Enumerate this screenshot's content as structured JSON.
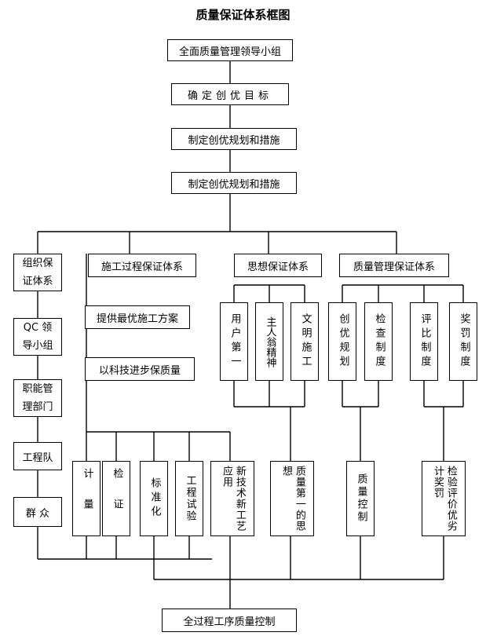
{
  "title": "质量保证体系框图",
  "top": [
    "全面质量管理领导小组",
    "确定创优目标",
    "制定创优规划和措施",
    "制定创优规划和措施"
  ],
  "left_column": [
    "组织保证体系",
    "QC 领导小组",
    "职能管理部门",
    "工程队",
    "群 众"
  ],
  "construction": {
    "header": "施工过程保证体系",
    "items": [
      "提供最优施工方案",
      "以科技进步保质量"
    ]
  },
  "ideology": {
    "header": "思想保证体系",
    "items": [
      "用户第一",
      "主人翁精神",
      "文明施工"
    ]
  },
  "quality_mgmt": {
    "header": "质量管理保证体系",
    "items": [
      "创优规划",
      "检查制度",
      "评比制度",
      "奖罚制度"
    ]
  },
  "bottom_row": [
    "计量",
    "检证",
    "标准化",
    "工程试验",
    "新技术新工艺应用",
    "质量第一的思想",
    "质量控制",
    "检验评价优劣计奖罚"
  ],
  "final": "全过程工序质量控制"
}
